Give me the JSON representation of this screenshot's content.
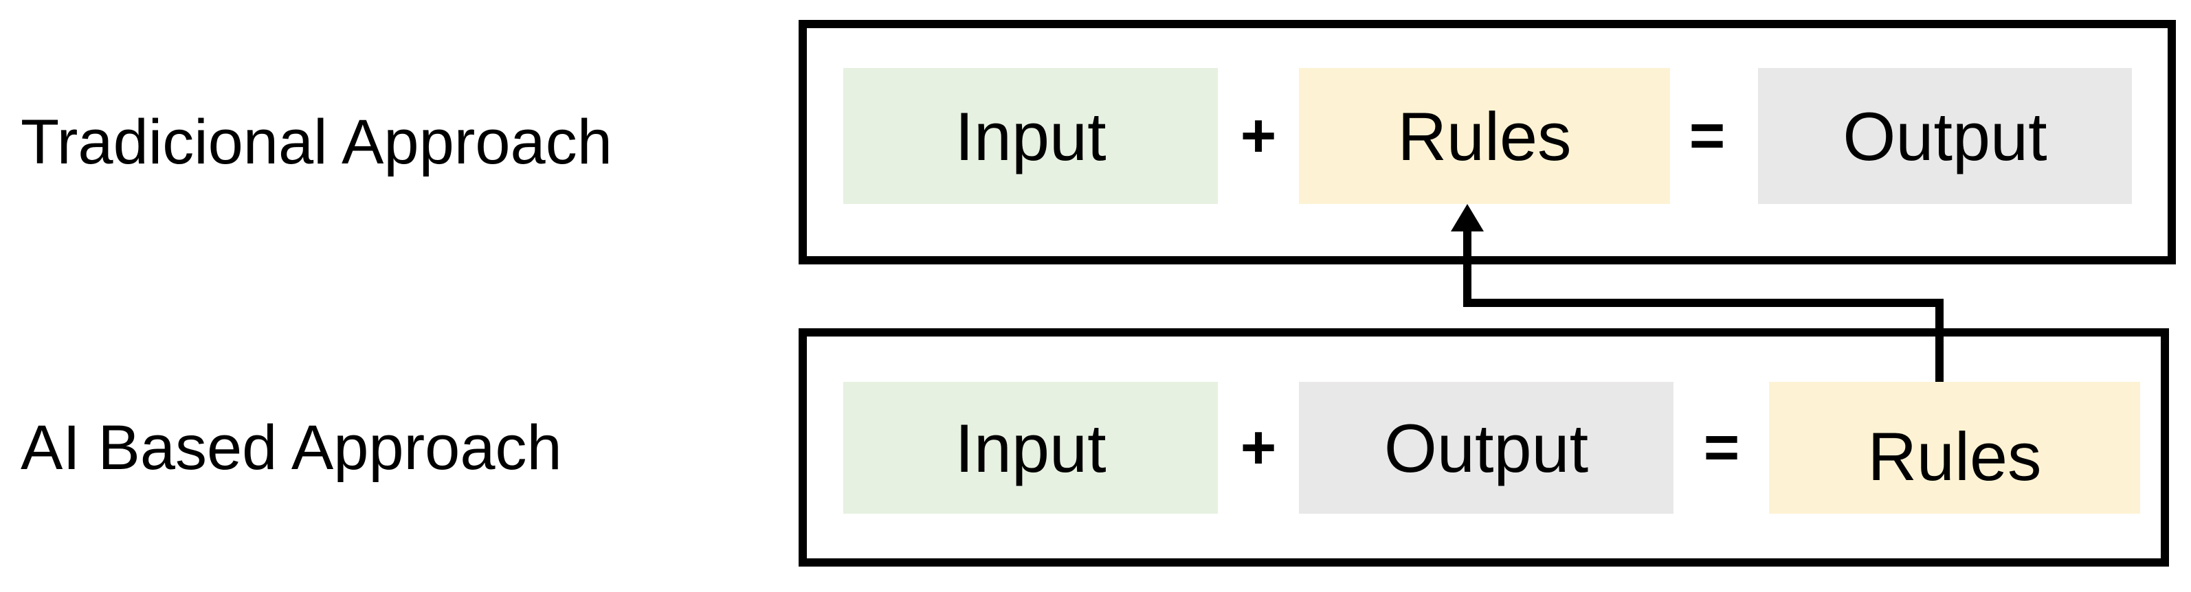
{
  "diagram": {
    "rows": [
      {
        "label": "Tradicional Approach",
        "items": [
          {
            "text": "Input"
          },
          {
            "text": "+"
          },
          {
            "text": "Rules"
          },
          {
            "text": "="
          },
          {
            "text": "Output"
          }
        ]
      },
      {
        "label": "AI Based Approach",
        "items": [
          {
            "text": "Input"
          },
          {
            "text": "+"
          },
          {
            "text": "Output"
          },
          {
            "text": "="
          },
          {
            "text": "Rules"
          }
        ]
      }
    ],
    "colors": {
      "input_fill": "#e7f1e1",
      "rules_fill": "#fdf3d4",
      "output_fill": "#e9e8e8",
      "frame_border": "#000000",
      "ink": "#000000",
      "background": "#ffffff"
    },
    "arrow": {
      "from": "ai-rules-box",
      "to": "traditional-rules-box",
      "direction": "up"
    }
  }
}
